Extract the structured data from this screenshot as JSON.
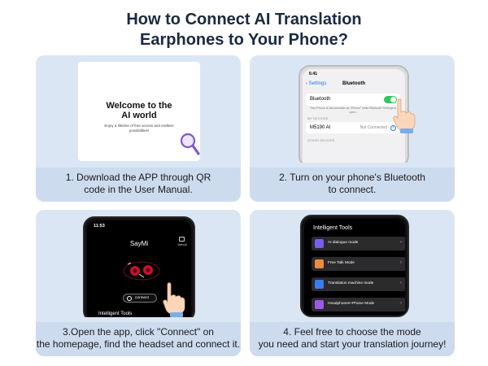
{
  "title": {
    "line1": "How to Connect AI Translation",
    "line2": "Earphones to Your Phone?"
  },
  "steps": [
    {
      "caption_line1": "1. Download the APP through QR",
      "caption_line2": "code in the User Manual.",
      "screen": {
        "welcome_line1": "Welcome to the",
        "welcome_line2": "AI world",
        "welcome_sub": "Enjoy a lifetime of free access and endless possibilities!",
        "icon": "magnifier-icon"
      }
    },
    {
      "caption_line1": "2. Turn on your phone's Bluetooth",
      "caption_line2": "to connect.",
      "screen": {
        "time": "6:41",
        "back_label": "Settings",
        "page_title": "Bluetooth",
        "bluetooth_label": "Bluetooth",
        "bluetooth_note": "This iPhone is discoverable as \"iPhone\" while Bluetooth Settings is open.",
        "my_devices_header": "MY DEVICES",
        "device_name": "M5190 AI",
        "device_status": "Not Connected",
        "other_devices_header": "OTHER DEVICES",
        "toggle_on": true
      }
    },
    {
      "caption_line1": "3.Open the app, click \"Connect\" on",
      "caption_line2": "the homepage, find the headset and connect it.",
      "screen": {
        "time": "11:53",
        "app_name": "SayMi",
        "manual_label": "Manual",
        "connect_label": "connect",
        "section_label": "Intelligent Tools"
      }
    },
    {
      "caption_line1": "4. Feel free to choose the mode",
      "caption_line2": "you need and start your translation journey!",
      "screen": {
        "section_label": "Intelligent Tools",
        "modes": [
          {
            "label": "AI dialogue mode",
            "icon": "chat-icon",
            "color": "#7b5cf0"
          },
          {
            "label": "Free Talk Mode",
            "icon": "free-talk-icon",
            "color": "#f08a3c"
          },
          {
            "label": "Translation machine mode",
            "icon": "translation-machine-icon",
            "color": "#3c7bf0"
          },
          {
            "label": "Headphones+Phone Mode",
            "icon": "headphones-phone-icon",
            "color": "#9b59e6"
          }
        ]
      }
    }
  ],
  "colors": {
    "title": "#1a2a40",
    "card_bg": "#dbe6f5",
    "toggle_green": "#34c759",
    "ios_blue": "#1f7aea",
    "earbud_red": "#c8102e"
  }
}
